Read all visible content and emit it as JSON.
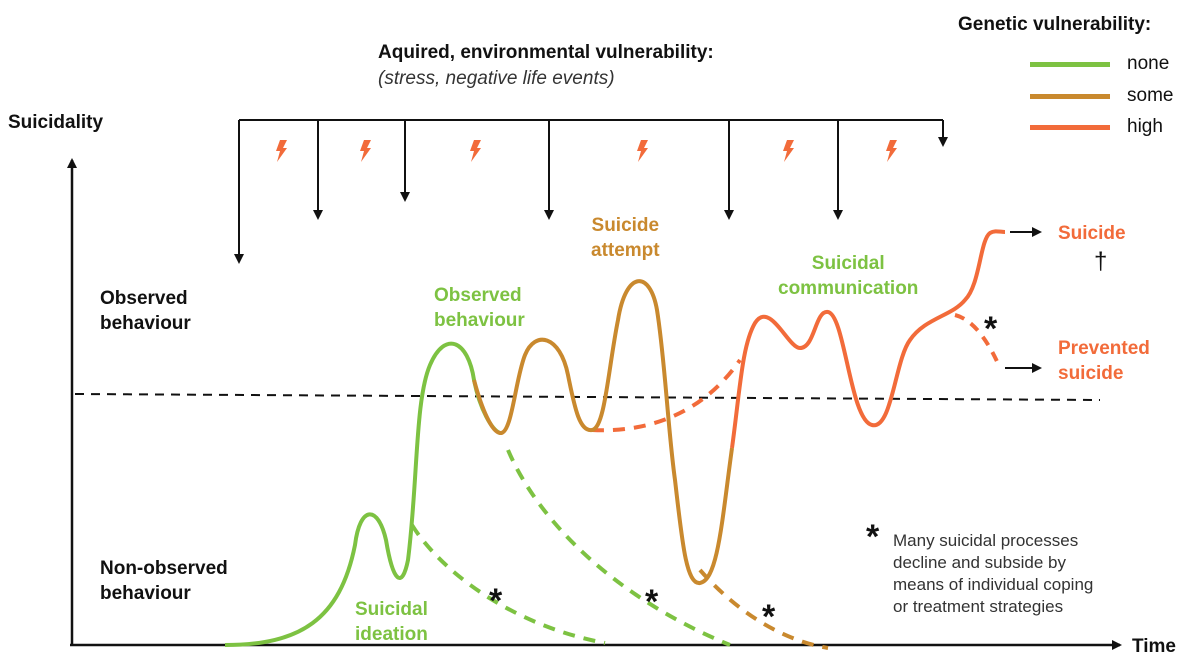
{
  "legend": {
    "title": "Genetic vulnerability:",
    "items": [
      {
        "label": "none",
        "color": "#7dc242"
      },
      {
        "label": "some",
        "color": "#c9892e"
      },
      {
        "label": "high",
        "color": "#f26b3a"
      }
    ]
  },
  "environment": {
    "title": "Aquired, environmental vulnerability:",
    "subtitle": "(stress, negative life events)",
    "bolt_icon": "lightning-bolt-icon"
  },
  "axes": {
    "y_label": "Suicidality",
    "x_label": "Time"
  },
  "regions": {
    "observed": "Observed\nbehaviour",
    "non_observed": "Non-observed\nbehaviour"
  },
  "curve_labels": {
    "ideation": "Suicidal\nideation",
    "observed": "Observed\nbehaviour",
    "attempt": "Suicide\nattempt",
    "communication": "Suicidal\ncommunication",
    "suicide": "Suicide",
    "dagger": "†",
    "prevented": "Prevented\nsuicide"
  },
  "footnote": {
    "marker": "*",
    "text": "Many suicidal processes\ndecline and subside by\nmeans of individual coping\nor treatment strategies"
  },
  "colors": {
    "none": "#7dc242",
    "some": "#c9892e",
    "high": "#f26b3a"
  }
}
